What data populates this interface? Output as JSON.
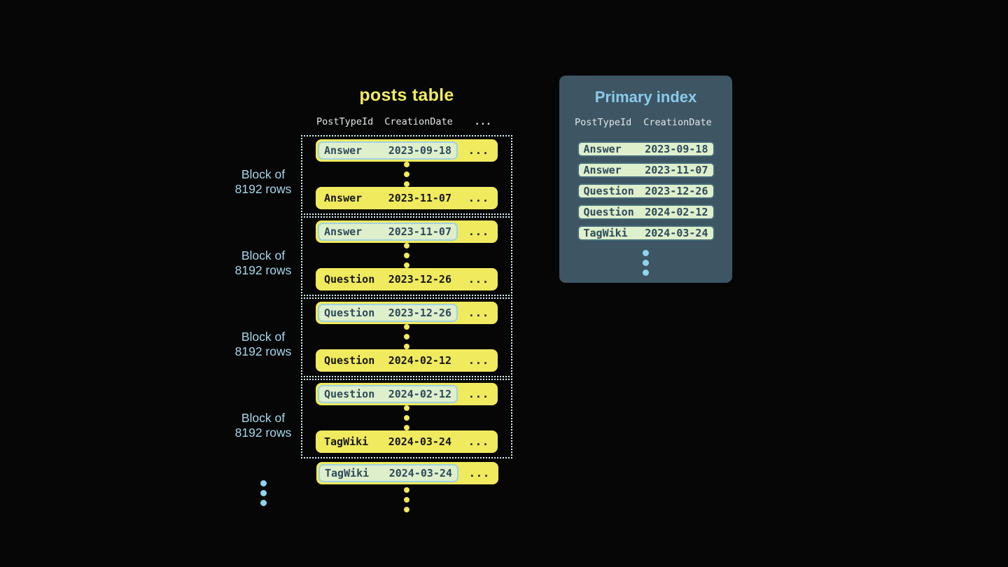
{
  "posts_table": {
    "title": "posts table",
    "columns": [
      "PostTypeId",
      "CreationDate",
      "..."
    ],
    "row_ellipsis": "...",
    "blocks": [
      {
        "label": {
          "line1": "Block of",
          "line2": "8192 rows"
        },
        "first_row": {
          "post_type": "Answer",
          "creation_date": "2023-09-18"
        },
        "last_row": {
          "post_type": "Answer",
          "creation_date": "2023-11-07"
        }
      },
      {
        "label": {
          "line1": "Block of",
          "line2": "8192 rows"
        },
        "first_row": {
          "post_type": "Answer",
          "creation_date": "2023-11-07"
        },
        "last_row": {
          "post_type": "Question",
          "creation_date": "2023-12-26"
        }
      },
      {
        "label": {
          "line1": "Block of",
          "line2": "8192 rows"
        },
        "first_row": {
          "post_type": "Question",
          "creation_date": "2023-12-26"
        },
        "last_row": {
          "post_type": "Question",
          "creation_date": "2024-02-12"
        }
      },
      {
        "label": {
          "line1": "Block of",
          "line2": "8192 rows"
        },
        "first_row": {
          "post_type": "Question",
          "creation_date": "2024-02-12"
        },
        "last_row": {
          "post_type": "TagWiki",
          "creation_date": "2024-03-24"
        }
      }
    ],
    "next_block_first_row": {
      "post_type": "TagWiki",
      "creation_date": "2024-03-24"
    }
  },
  "primary_index": {
    "title": "Primary index",
    "columns": [
      "PostTypeId",
      "CreationDate"
    ],
    "rows": [
      {
        "post_type": "Answer",
        "creation_date": "2023-09-18"
      },
      {
        "post_type": "Answer",
        "creation_date": "2023-11-07"
      },
      {
        "post_type": "Question",
        "creation_date": "2023-12-26"
      },
      {
        "post_type": "Question",
        "creation_date": "2024-02-12"
      },
      {
        "post_type": "TagWiki",
        "creation_date": "2024-03-24"
      }
    ]
  },
  "colors": {
    "background": "#060606",
    "row_yellow": "#F0EA5E",
    "row_text_dark": "#161616",
    "highlight_green": "#DEEFCB",
    "highlight_border_blue": "#9FD2E4",
    "highlight_text": "#2E4A5C",
    "block_dotted_border": "#D9F3FA",
    "label_blue": "#A5D7EC",
    "index_panel_bg": "#3E5564",
    "index_title_blue": "#8ACBEA",
    "header_text": "#E3E7E7",
    "index_row_border": "#456B7A",
    "dot_blue": "#8FD3F0"
  }
}
